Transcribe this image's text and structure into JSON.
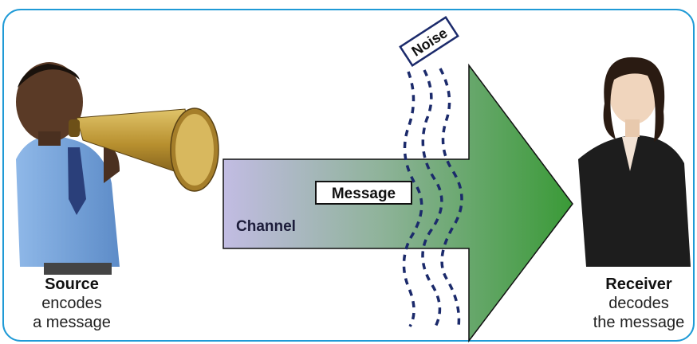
{
  "source": {
    "title": "Source",
    "line1": "encodes",
    "line2": "a message"
  },
  "receiver": {
    "title": "Receiver",
    "line1": "decodes",
    "line2": "the message"
  },
  "arrow": {
    "channel_label": "Channel",
    "message_label": "Message",
    "gradient_start": "#bdb6e0",
    "gradient_end": "#3f9a3b"
  },
  "noise": {
    "label": "Noise",
    "color": "#1b2a6b"
  },
  "frame": {
    "border_color": "#1f9ad6"
  }
}
